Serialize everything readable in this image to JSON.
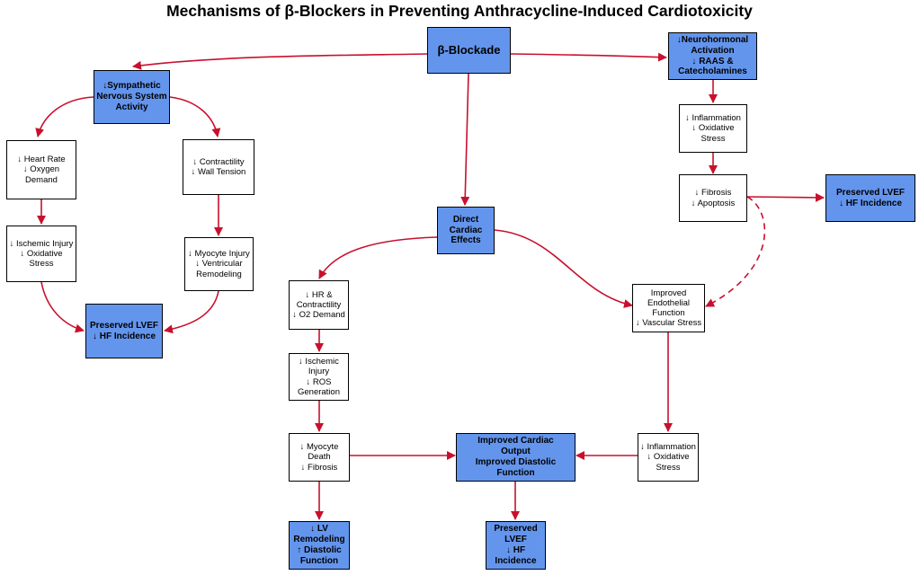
{
  "title": "Mechanisms of β-Blockers in Preventing Anthracycline-Induced Cardiotoxicity",
  "colors": {
    "node_fill": "#6495ed",
    "arrow": "#c8102e",
    "border": "#000000"
  },
  "nodes": {
    "beta_blockade": "β-Blockade",
    "sympathetic": "↓Sympathetic\nNervous System\nActivity",
    "neurohormonal": "↓Neurohormonal\nActivation\n↓ RAAS &\nCatecholamines",
    "heart_rate": "↓ Heart Rate\n↓ Oxygen\nDemand",
    "contractility": "↓ Contractility\n↓ Wall Tension",
    "inflammation_top": "↓ Inflammation\n↓ Oxidative\nStress",
    "fibrosis_apoptosis": "↓ Fibrosis\n↓ Apoptosis",
    "preserved_right": "Preserved LVEF\n↓ HF Incidence",
    "ischemic_left": "↓ Ischemic Injury\n↓ Oxidative\nStress",
    "myocyte_injury": "↓ Myocyte Injury\n↓ Ventricular\nRemodeling",
    "direct_cardiac": "Direct\nCardiac\nEffects",
    "preserved_left": "Preserved LVEF\n↓ HF Incidence",
    "hr_contractility": "↓ HR &\nContractility\n↓ O2 Demand",
    "endothelial": "Improved\nEndothelial\nFunction\n↓ Vascular Stress",
    "ischemic_ros": "↓ Ischemic\nInjury\n↓ ROS\nGeneration",
    "myocyte_death": "↓ Myocyte\nDeath\n↓ Fibrosis",
    "improved_output": "Improved Cardiac\nOutput\nImproved Diastolic\nFunction",
    "inflammation_bottom": "↓ Inflammation\n↓ Oxidative\nStress",
    "lv_remodeling": "↓ LV\nRemodeling\n↑ Diastolic\nFunction",
    "preserved_bottom": "Preserved\nLVEF\n↓ HF\nIncidence"
  }
}
